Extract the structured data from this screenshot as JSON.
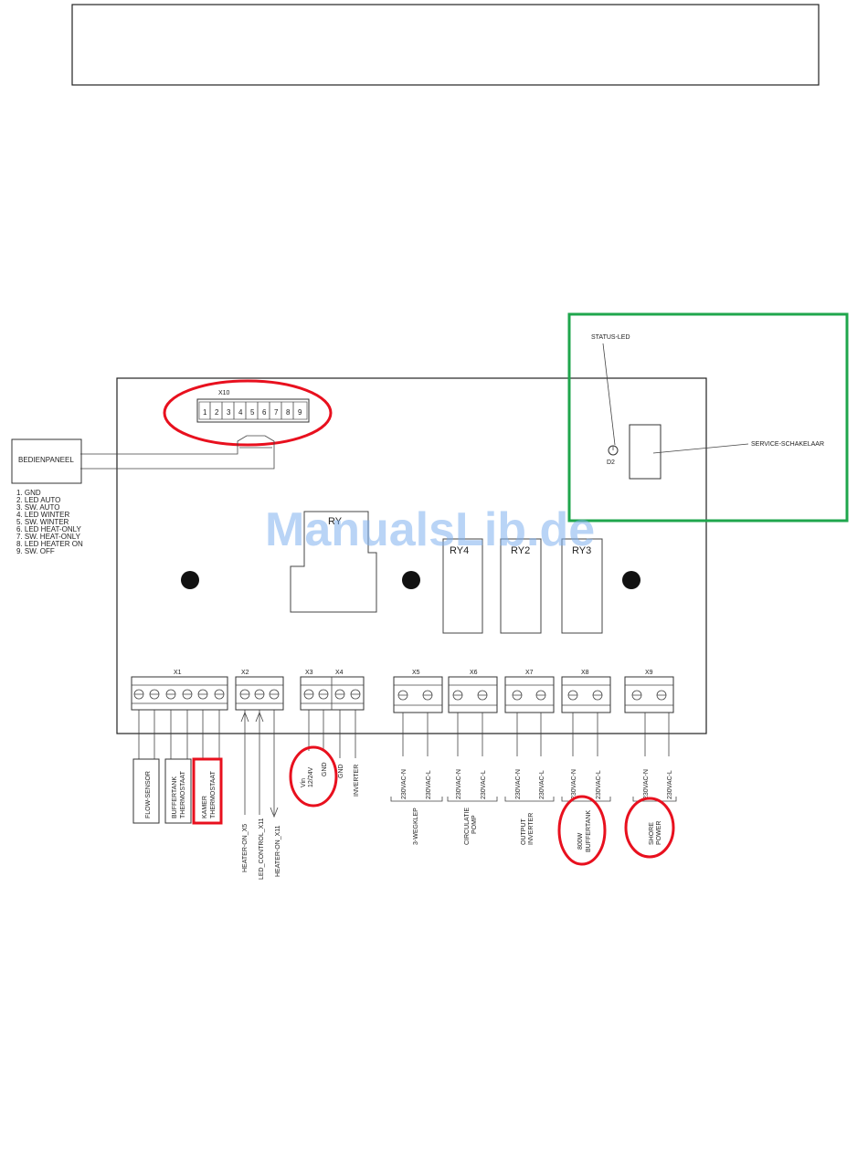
{
  "watermark": "ManualsLib.de",
  "colors": {
    "highlight_red": "#e8101e",
    "highlight_green": "#1fa64c",
    "watermark_blue": "#7fb0ee"
  },
  "header_box": {},
  "panel": {
    "top_connector_label": "X10",
    "top_pins": [
      "1",
      "2",
      "3",
      "4",
      "5",
      "6",
      "7",
      "8",
      "9"
    ],
    "relays": {
      "ry": "RY",
      "ry4": "RY4",
      "ry2": "RY2",
      "ry3": "RY3"
    },
    "status_led": "STATUS-LED",
    "led_id": "D2",
    "service_switch": "SERVICE-SCHAKELAAR"
  },
  "bedienpaneel": {
    "title": "BEDIENPANEEL",
    "pin_list": [
      "1. GND",
      "2. LED AUTO",
      "3. SW. AUTO",
      "4. LED WINTER",
      "5. SW. WINTER",
      "6. LED HEAT-ONLY",
      "7. SW. HEAT-ONLY",
      "8. LED HEATER ON",
      "9. SW. OFF"
    ]
  },
  "connectors": {
    "x1": "X1",
    "x2": "X2",
    "x3": "X3",
    "x4": "X4",
    "x5": "X5",
    "x6": "X6",
    "x7": "X7",
    "x8": "X8",
    "x9": "X9"
  },
  "labels": {
    "flow_sensor": "FLOW-SENSOR",
    "buffertank_1": "BUFFERTANK",
    "buffertank_2": "THERMOSTAAT",
    "kamer_1": "KAMER",
    "kamer_2": "THERMOSTAAT",
    "heater_on_x5": "HEATER-ON_X5",
    "led_control_x11": "LED_CONTROL_X11",
    "heater_on_x11": "HEATER-ON_X11",
    "vin_1": "Vin",
    "vin_2": "12/24V",
    "gnd": "GND",
    "inverter": "INVERTER",
    "n": "230VAC-N",
    "l": "230VAC-L",
    "driewegklep": "3-WEGKLEP",
    "circ_1": "CIRCULATIE",
    "circ_2": "POMP",
    "out_1": "OUTPUT",
    "out_2": "INVERTER",
    "boil_1": "800W",
    "boil_2": "BUFFERTANK",
    "shore_1": "SHORE",
    "shore_2": "POWER"
  }
}
